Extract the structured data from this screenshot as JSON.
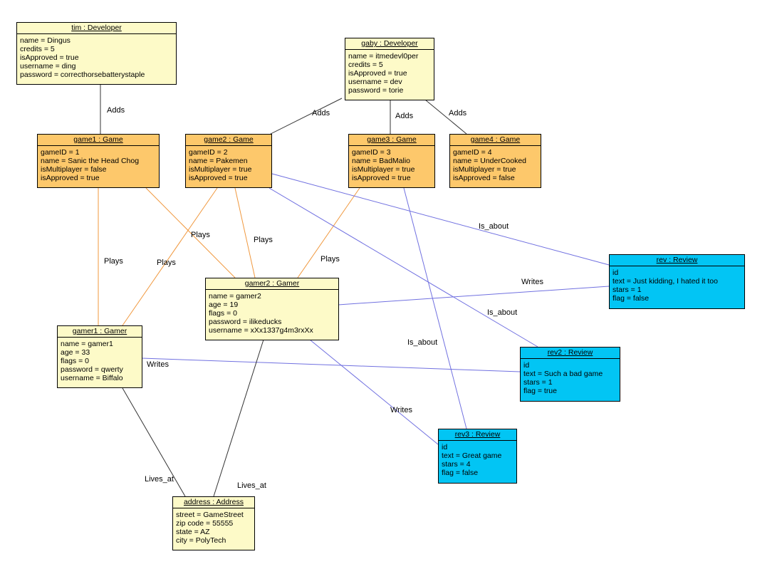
{
  "colors": {
    "developer_fill": "#fdfac8",
    "game_fill": "#fdc86b",
    "review_fill": "#02c5f4",
    "adds_line": "#333333",
    "plays_line": "#f0983e",
    "review_line": "#7070e0",
    "lives_line": "#333333"
  },
  "objects": {
    "tim": {
      "title": "tim : Developer",
      "attrs": [
        "name = Dingus",
        "credits = 5",
        "isApproved = true",
        "username = ding",
        "password = correcthorsebatterystaple"
      ]
    },
    "gaby": {
      "title": "gaby : Developer",
      "attrs": [
        "name = itmedevl0per",
        "credits = 5",
        "isApproved = true",
        "username = dev",
        "password = torie"
      ]
    },
    "game1": {
      "title": "game1 : Game",
      "attrs": [
        "gameID = 1",
        "name = Sanic the Head Chog",
        "isMultiplayer = false",
        "isApproved = true"
      ]
    },
    "game2": {
      "title": "game2 : Game",
      "attrs": [
        "gameID = 2",
        "name = Pakemen",
        "isMultiplayer = true",
        "isApproved = true"
      ]
    },
    "game3": {
      "title": "game3 : Game",
      "attrs": [
        "gameID = 3",
        "name = BadMalio",
        "isMultiplayer = true",
        "isApproved = true"
      ]
    },
    "game4": {
      "title": "game4 : Game",
      "attrs": [
        "gameID = 4",
        "name = UnderCooked",
        "isMultiplayer = true",
        "isApproved = false"
      ]
    },
    "gamer1": {
      "title": "gamer1 : Gamer",
      "attrs": [
        "name = gamer1",
        "age = 33",
        "flags = 0",
        "password = qwerty",
        "username = Biffalo"
      ]
    },
    "gamer2": {
      "title": "gamer2 : Gamer",
      "attrs": [
        "name = gamer2",
        "age = 19",
        "flags = 0",
        "password = ilikeducks",
        "username = xXx1337g4m3rxXx"
      ]
    },
    "rev": {
      "title": "rev : Review",
      "attrs": [
        "id",
        "text = Just kidding, I hated it too",
        "stars = 1",
        "flag = false"
      ]
    },
    "rev2": {
      "title": "rev2 : Review",
      "attrs": [
        "id",
        "text = Such a bad game",
        "stars = 1",
        "flag = true"
      ]
    },
    "rev3": {
      "title": "rev3 : Review",
      "attrs": [
        "id",
        "text = Great game",
        "stars = 4",
        "flag = false"
      ]
    },
    "address": {
      "title": "address : Address",
      "attrs": [
        "street = GameStreet",
        "zip code = 55555",
        "state = AZ",
        "city = PolyTech"
      ]
    }
  },
  "links": {
    "adds_tim_game1": "Adds",
    "adds_gaby_game2": "Adds",
    "adds_gaby_game3": "Adds",
    "adds_gaby_game4": "Adds",
    "plays_game1_gamer1": "Plays",
    "plays_game2_gamer1": "Plays",
    "plays_game1_gamer2": "Plays",
    "plays_game2_gamer2": "Plays",
    "plays_game3_gamer2": "Plays",
    "is_about_game2_rev": "Is_about",
    "is_about_game2_rev2": "Is_about",
    "is_about_game3_rev3": "Is_about",
    "writes_gamer2_rev": "Writes",
    "writes_gamer1_rev2": "Writes",
    "writes_gamer2_rev3": "Writes",
    "lives_at_gamer1": "Lives_at",
    "lives_at_gamer2": "Lives_at"
  }
}
